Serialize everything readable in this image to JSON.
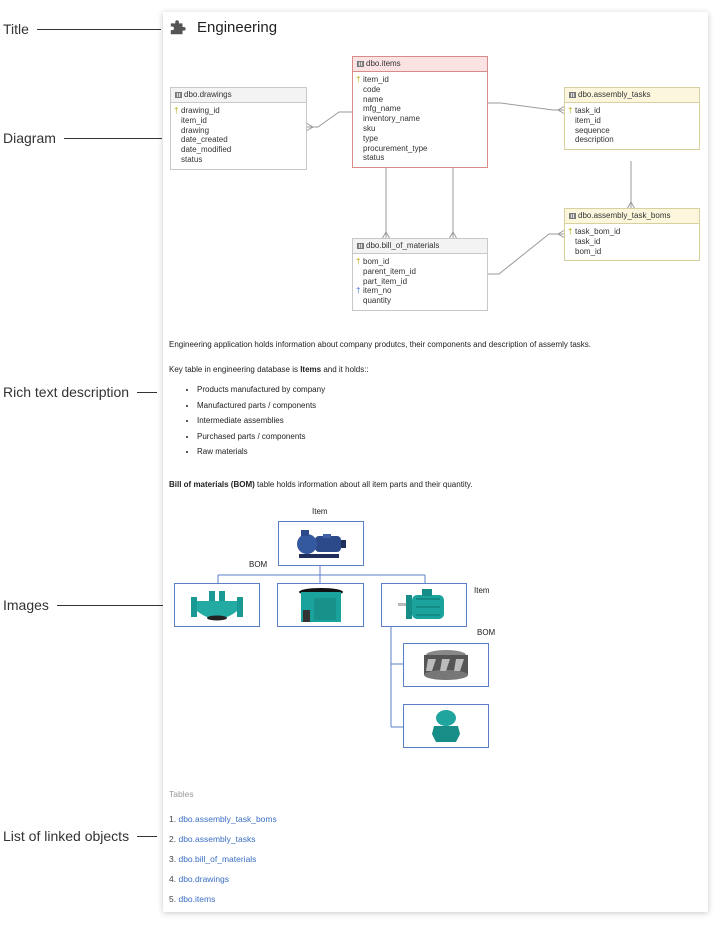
{
  "callouts": {
    "title": "Title",
    "diagram": "Diagram",
    "rich_text": "Rich text description",
    "images": "Images",
    "linked": "List of linked objects"
  },
  "page": {
    "icon": "puzzle-piece-icon",
    "title": "Engineering"
  },
  "erd": {
    "tables": [
      {
        "name": "dbo.drawings",
        "style": "default",
        "columns": [
          {
            "name": "drawing_id",
            "key": "pk"
          },
          {
            "name": "item_id"
          },
          {
            "name": "drawing"
          },
          {
            "name": "date_created"
          },
          {
            "name": "date_modified"
          },
          {
            "name": "status"
          }
        ]
      },
      {
        "name": "dbo.items",
        "style": "red",
        "columns": [
          {
            "name": "item_id",
            "key": "pk"
          },
          {
            "name": "code"
          },
          {
            "name": "name"
          },
          {
            "name": "mfg_name"
          },
          {
            "name": "inventory_name"
          },
          {
            "name": "sku"
          },
          {
            "name": "type"
          },
          {
            "name": "procurement_type"
          },
          {
            "name": "status"
          }
        ]
      },
      {
        "name": "dbo.assembly_tasks",
        "style": "yellow",
        "columns": [
          {
            "name": "task_id",
            "key": "pk"
          },
          {
            "name": "item_id"
          },
          {
            "name": "sequence"
          },
          {
            "name": "description"
          }
        ]
      },
      {
        "name": "dbo.assembly_task_boms",
        "style": "yellow",
        "columns": [
          {
            "name": "task_bom_id",
            "key": "pk"
          },
          {
            "name": "task_id"
          },
          {
            "name": "bom_id"
          }
        ]
      },
      {
        "name": "dbo.bill_of_materials",
        "style": "default",
        "columns": [
          {
            "name": "bom_id",
            "key": "pk"
          },
          {
            "name": "parent_item_id"
          },
          {
            "name": "part_item_id"
          },
          {
            "name": "item_no",
            "key": "uk"
          },
          {
            "name": "quantity"
          }
        ]
      }
    ]
  },
  "description": {
    "intro": "Engineering application holds information about company produtcs, their components and description of assemly tasks.",
    "key_prefix": "Key table in engineering database is ",
    "key_bold": "Items",
    "key_suffix": " and it holds::",
    "bullets": [
      "Products manufactured by company",
      "Manufactured parts / components",
      "Intermediate assemblies",
      "Purchased parts / components",
      "Raw materials"
    ],
    "bom_bold": "Bill of materials (BOM)",
    "bom_suffix": " table holds information about all item parts and their quantity."
  },
  "images": {
    "labels": {
      "top_item": "Item",
      "bom_1": "BOM",
      "item_2": "Item",
      "bom_2": "BOM"
    },
    "pictures": [
      {
        "name": "pump-assembly",
        "alt": "pump"
      },
      {
        "name": "pump-housing",
        "alt": "pump housing"
      },
      {
        "name": "pump-base",
        "alt": "pump base"
      },
      {
        "name": "electric-motor",
        "alt": "electric motor"
      },
      {
        "name": "impeller",
        "alt": "impeller"
      },
      {
        "name": "cable-gland",
        "alt": "cable gland"
      }
    ]
  },
  "linked": {
    "header": "Tables",
    "items": [
      {
        "num": "1.",
        "label": "dbo.assembly_task_boms"
      },
      {
        "num": "2.",
        "label": "dbo.assembly_tasks"
      },
      {
        "num": "3.",
        "label": "dbo.bill_of_materials"
      },
      {
        "num": "4.",
        "label": "dbo.drawings"
      },
      {
        "num": "5.",
        "label": "dbo.items"
      }
    ]
  },
  "colors": {
    "link": "#3b6fc4",
    "image_border": "#5b7fc7",
    "teal": "#1a9a94",
    "pk_key": "#b8a800",
    "uk_key": "#3a6fd8"
  }
}
